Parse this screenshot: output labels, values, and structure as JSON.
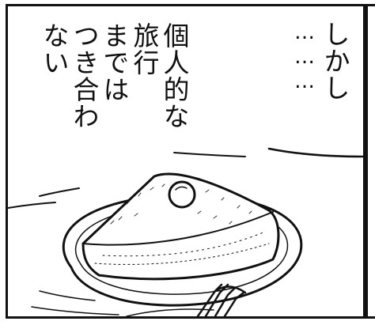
{
  "bubble_right": {
    "line1": "しかし",
    "line2": "………"
  },
  "bubble_left": {
    "line1": "個人的な",
    "line2": "旅行",
    "line3": "までは",
    "line4": "つき合わ",
    "line5": "ない"
  },
  "colors": {
    "ink": "#111111",
    "paper": "#ffffff"
  }
}
